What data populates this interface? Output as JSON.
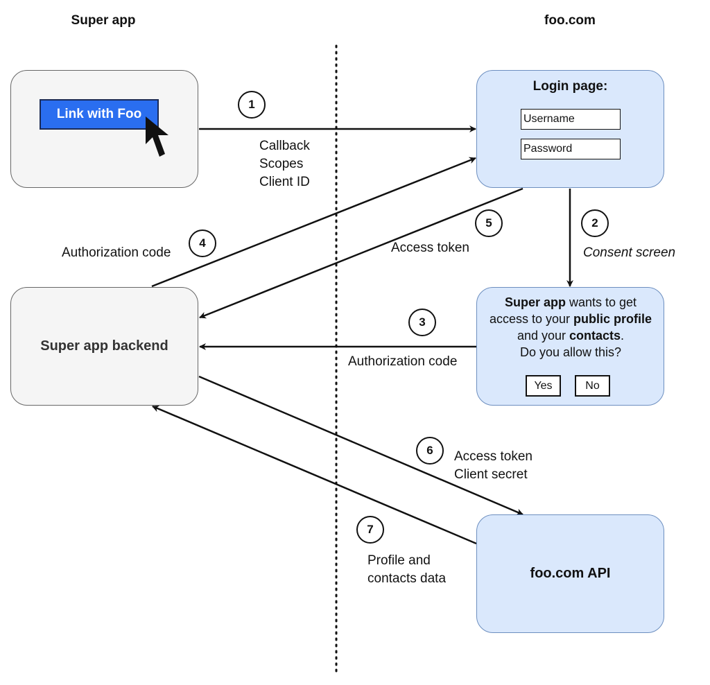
{
  "columns": {
    "left": "Super app",
    "right": "foo.com"
  },
  "super_app_box": {
    "button_label": "Link with Foo",
    "cursor_icon": "cursor-arrow-icon"
  },
  "login_box": {
    "title": "Login page:",
    "username_placeholder": "Username",
    "password_placeholder": "Password"
  },
  "backend_box": {
    "label": "Super app backend"
  },
  "consent_box": {
    "line1_bold": "Super app",
    "line1_rest": " wants to get",
    "line2_start": "access to your ",
    "line2_bold": "public profile",
    "line3_start": "and your ",
    "line3_bold": "contacts",
    "line3_end": ".",
    "line4": "Do you allow this?",
    "yes_label": "Yes",
    "no_label": "No"
  },
  "api_box": {
    "label": "foo.com API"
  },
  "steps": [
    {
      "number": "1",
      "label_lines": [
        "Callback",
        "Scopes",
        "Client ID"
      ]
    },
    {
      "number": "2",
      "label_lines": [
        "Consent screen"
      ]
    },
    {
      "number": "3",
      "label_lines": [
        "Authorization code"
      ]
    },
    {
      "number": "4",
      "label_lines": [
        "Authorization code"
      ]
    },
    {
      "number": "5",
      "label_lines": [
        "Access token"
      ]
    },
    {
      "number": "6",
      "label_lines": [
        "Access token",
        "Client secret"
      ]
    },
    {
      "number": "7",
      "label_lines": [
        "Profile and",
        "contacts data"
      ]
    }
  ],
  "colors": {
    "grey_fill": "#f5f5f5",
    "grey_stroke": "#666666",
    "blue_fill": "#dae8fc",
    "blue_stroke": "#6c8ebf",
    "button_blue": "#2a6ef0"
  }
}
